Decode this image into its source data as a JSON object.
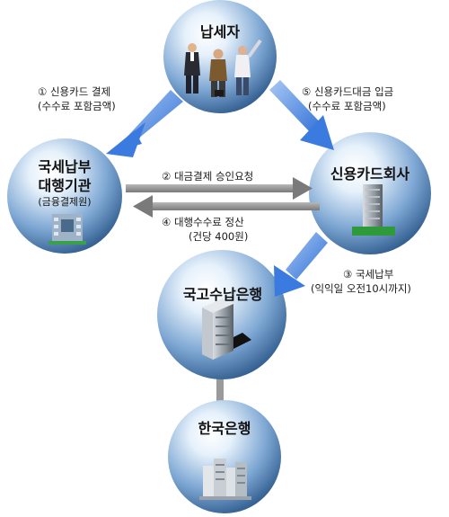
{
  "nodes": {
    "taxpayer": {
      "title": "납세자"
    },
    "agency": {
      "title_line1": "국세납부",
      "title_line2": "대행기관",
      "subtitle": "(금융결제원)"
    },
    "card_company": {
      "title": "신용카드회사"
    },
    "treasury_bank": {
      "title": "국고수납은행"
    },
    "bank_of_korea": {
      "title": "한국은행"
    }
  },
  "flows": {
    "step1": {
      "line1": "① 신용카드 결제",
      "line2": "(수수료 포함금액)"
    },
    "step5": {
      "line1": "⑤ 신용카드대금 입금",
      "line2": "(수수료 포함금액)"
    },
    "step2": {
      "line1": "② 대금결제 승인요청"
    },
    "step4": {
      "line1": "④ 대행수수료 정산",
      "line2": "(건당 400원)"
    },
    "step3": {
      "line1": "③ 국세납부",
      "line2": "(익익일 오전10시까지)"
    }
  },
  "colors": {
    "sphere_light": "#e6f1fb",
    "sphere_mid": "#7fa8d4",
    "sphere_dark": "#2d5a8c",
    "arrow_blue": "#3b7be0",
    "arrow_gray": "#8c8c8c",
    "connector_gray": "#9a9a9a"
  }
}
